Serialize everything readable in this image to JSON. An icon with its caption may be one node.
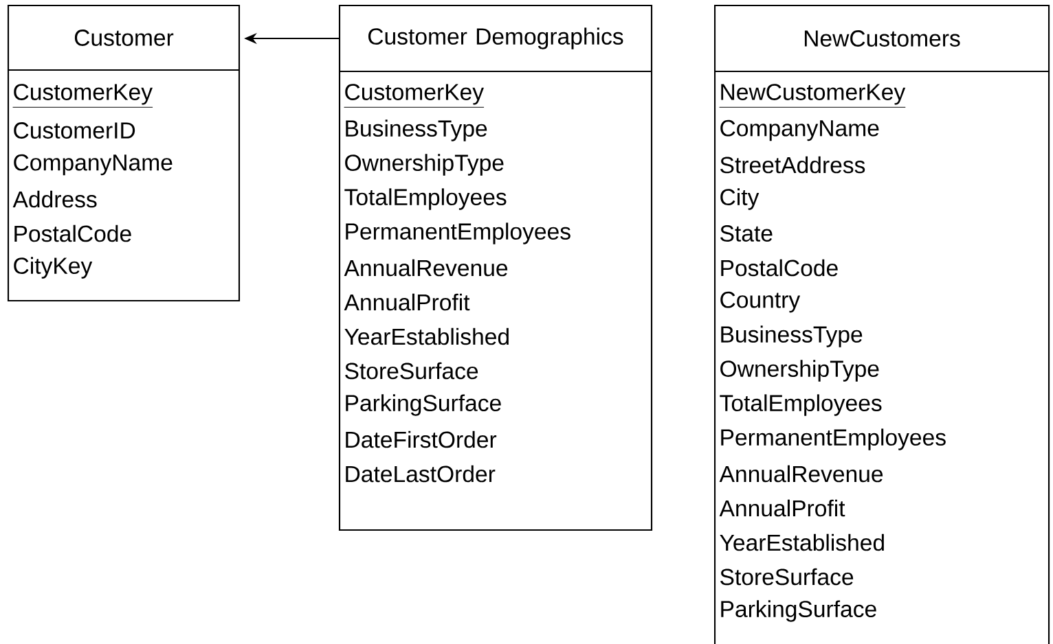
{
  "diagram": {
    "nodes": [
      {
        "text": [
          "Customer",
          "CustomerKey",
          "CustomerID",
          "CompanyName",
          "Address",
          "PostalCode",
          "CityKey"
        ]
      },
      {
        "text": [
          "Customer Demographics",
          "CustomerKey",
          "BusinessType",
          "OwnershipType",
          "TotalEmployees",
          "PermanentEmployees",
          "AnnualRevenue",
          "AnnualProfit",
          "YearEstablished",
          "StoreSurface",
          "ParkingSurface",
          "DateFirstOrder",
          "DateLastOrder"
        ]
      },
      {
        "text": [
          "NewCustomers",
          "NewCustomerKey",
          "CompanyName",
          "StreetAddress",
          "City",
          "State",
          "PostalCode",
          "Country",
          "BusinessType",
          "OwnershipType",
          "TotalEmployees",
          "PermanentEmployees",
          "AnnualRevenue",
          "AnnualProfit",
          "YearEstablished",
          "StoreSurface",
          "ParkingSurface"
        ]
      }
    ],
    "edges": [
      {
        "from": 1,
        "to": 0,
        "arrow": "to"
      }
    ]
  }
}
